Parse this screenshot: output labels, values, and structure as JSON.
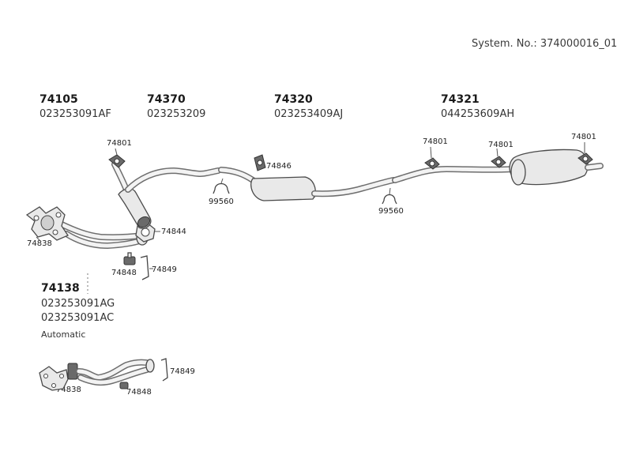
{
  "header": {
    "system_no": "System. No.: 374000016_01"
  },
  "parts": [
    {
      "number": "74105",
      "oem": [
        "023253091AF"
      ]
    },
    {
      "number": "74370",
      "oem": [
        "023253209"
      ]
    },
    {
      "number": "74320",
      "oem": [
        "023253409AJ"
      ]
    },
    {
      "number": "74321",
      "oem": [
        "044253609AH"
      ]
    },
    {
      "number": "74138",
      "oem": [
        "023253091AG",
        "023253091AC"
      ],
      "note": "Automatic"
    }
  ],
  "callouts": {
    "hanger_a": "74801",
    "hanger_b": "74801",
    "hanger_c": "74801",
    "hanger_d": "74801",
    "bracket": "74846",
    "clamp_a": "99560",
    "clamp_b": "99560",
    "gasket": "74844",
    "flange": "74838",
    "mount": "74848",
    "strap": "74849",
    "flange_auto": "74838",
    "mount_auto": "74848",
    "strap_auto": "74849"
  }
}
